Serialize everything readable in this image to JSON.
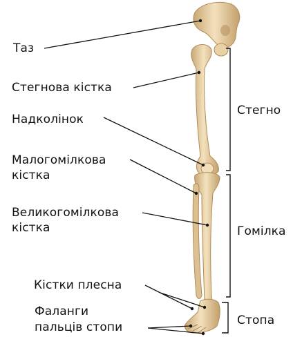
{
  "labels": {
    "pelvis": "Таз",
    "femur": "Стегнова кістка",
    "patella": "Надколінок",
    "fibula_line1": "Малогомілкова",
    "fibula_line2": "кістка",
    "tibia_line1": "Великогомілкова",
    "tibia_line2": "кістка",
    "metatarsals": "Кістки плесна",
    "phalanges_line1": "Фаланги",
    "phalanges_line2": "пальців стопи"
  },
  "regions": {
    "thigh": "Стегно",
    "shin": "Гомілка",
    "foot": "Стопа"
  },
  "colors": {
    "bone": "#e7cfa5",
    "bone_shade": "#c9a774",
    "bone_light": "#f6e8cc",
    "line": "#111111"
  }
}
